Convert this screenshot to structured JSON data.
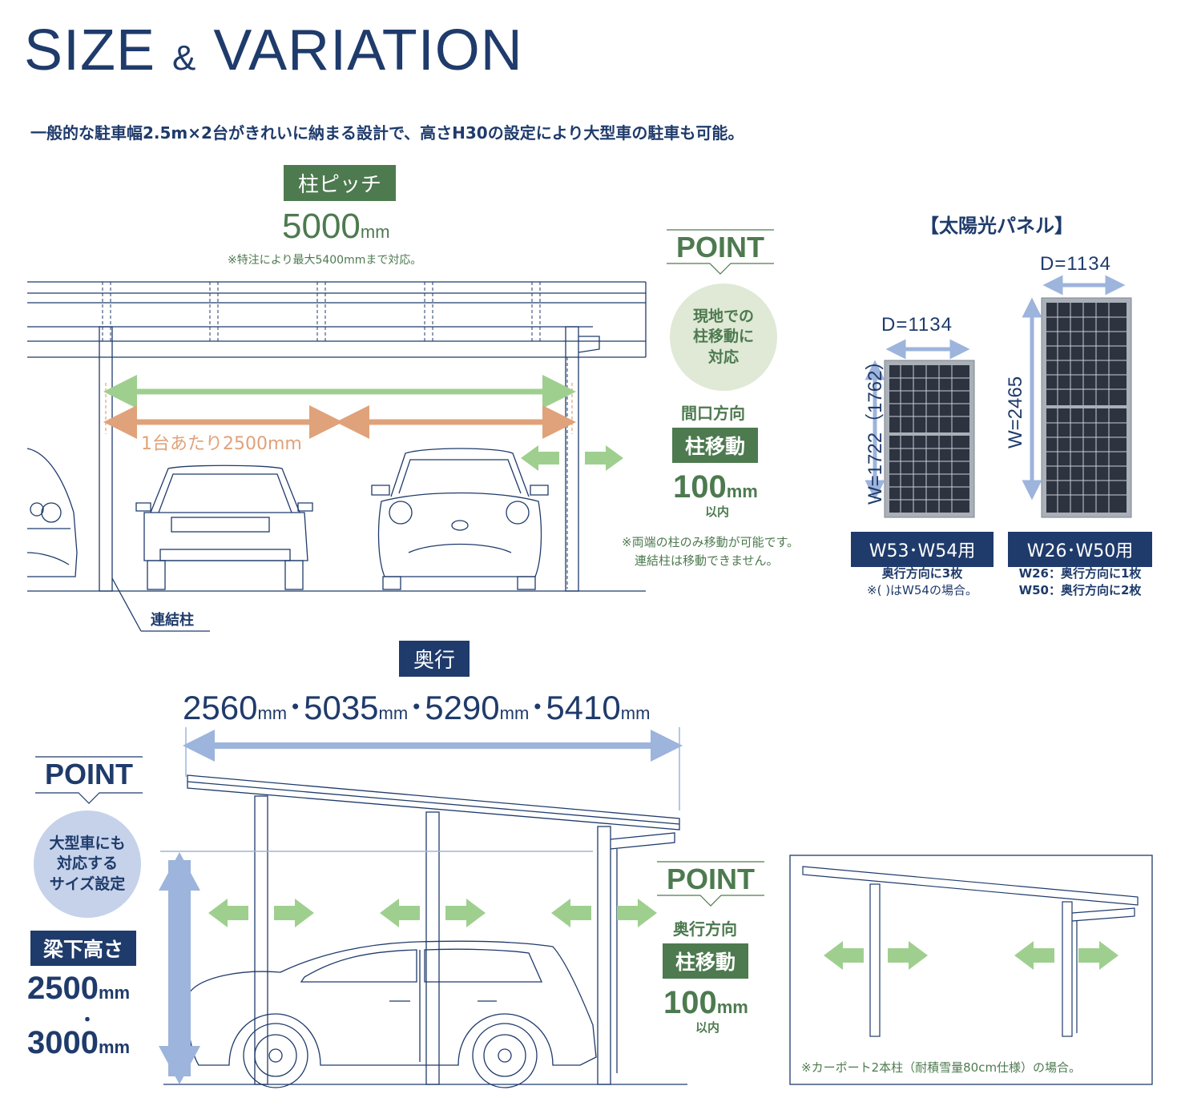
{
  "title": {
    "main": "SIZE",
    "amp": "&",
    "rest": "VARIATION"
  },
  "subtitle": "一般的な駐車幅2.5m×2台がきれいに納まる設計で、高さH30の設定により大型車の駐車も可能。",
  "pitch": {
    "tag": "柱ピッチ",
    "value": "5000",
    "unit": "mm",
    "note": "※特注により最大5400mmまで対応。",
    "per_car": "1台あたり2500mm",
    "connect_label": "連結柱"
  },
  "point_front": {
    "point": "POINT",
    "circle": [
      "現地での",
      "柱移動に",
      "対応"
    ],
    "direction": "間口方向",
    "tag": "柱移動",
    "value": "100",
    "unit": "mm",
    "within": "以内",
    "note": [
      "※両端の柱のみ移動が可能です。",
      "連結柱は移動できません。"
    ]
  },
  "solar": {
    "title": "【太陽光パネル】",
    "small": {
      "d": "D=1134",
      "w": "W=1722（1762）",
      "label": "W53･W54用",
      "notes": [
        "奥行方向に3枚",
        "※( )はW54の場合。"
      ]
    },
    "large": {
      "d": "D=1134",
      "w": "W=2465",
      "label": "W26･W50用",
      "notes": [
        "W26：奥行方向に1枚",
        "W50：奥行方向に2枚"
      ]
    }
  },
  "depth": {
    "tag": "奥行",
    "values": [
      "2560",
      "5035",
      "5290",
      "5410"
    ],
    "unit": "mm",
    "sep": "･"
  },
  "point_height": {
    "point": "POINT",
    "circle": [
      "大型車にも",
      "対応する",
      "サイズ設定"
    ],
    "tag": "梁下高さ",
    "value1": "2500",
    "dot": "・",
    "value2": "3000",
    "unit": "mm"
  },
  "point_depth": {
    "point": "POINT",
    "direction": "奥行方向",
    "tag": "柱移動",
    "value": "100",
    "unit": "mm",
    "within": "以内"
  },
  "inset_note": "※カーポート2本柱（耐積雪量80cm仕様）の場合。",
  "colors": {
    "navy": "#1f3b6b",
    "green": "#4d7a4f",
    "light_green": "#9fcf8f",
    "salmon": "#e0a27a",
    "light_blue": "#9db4dc",
    "circle_green": "#dfe9d6",
    "circle_blue": "#c5d2ea"
  }
}
